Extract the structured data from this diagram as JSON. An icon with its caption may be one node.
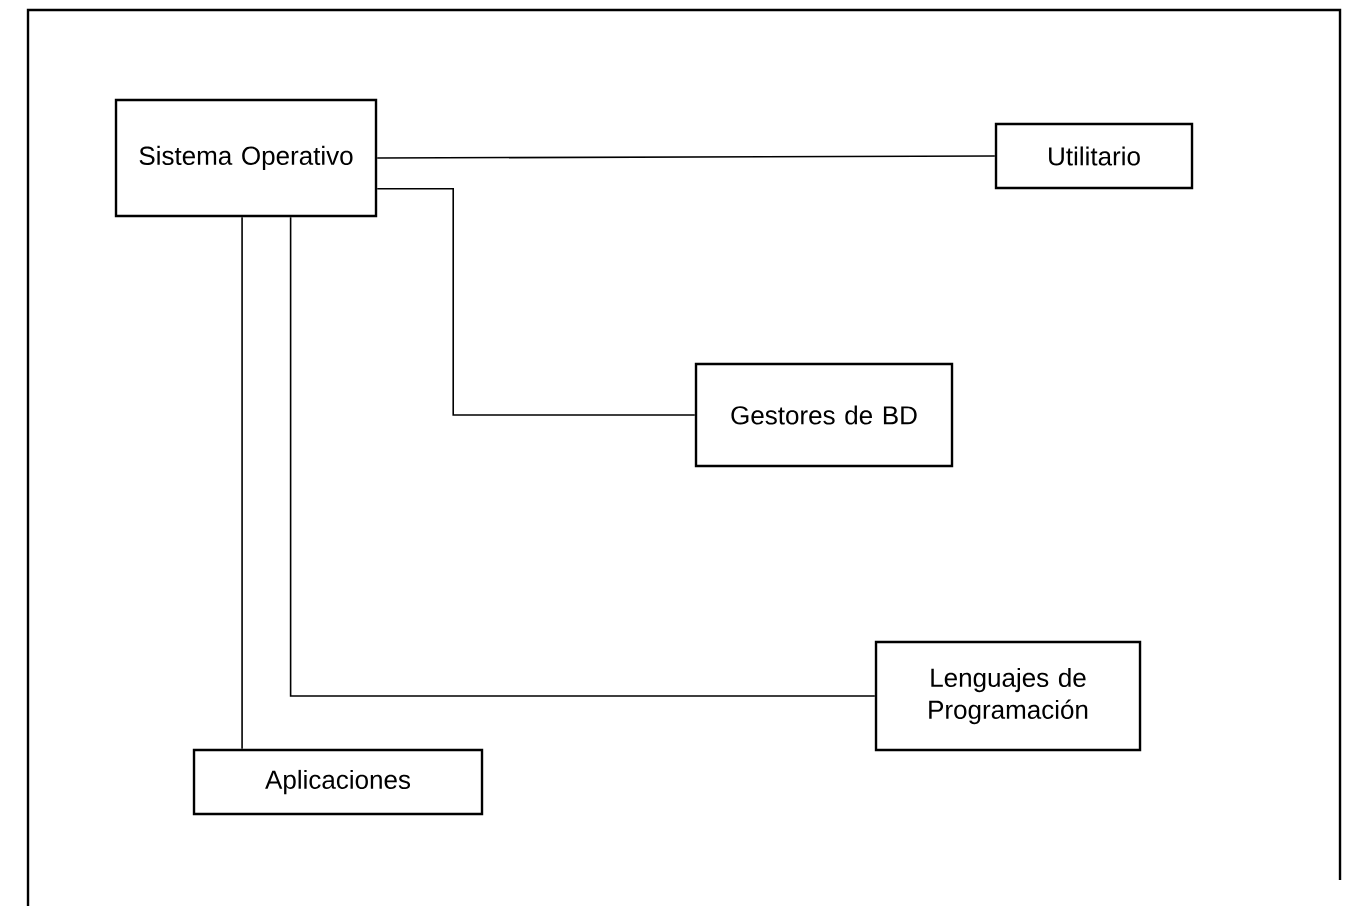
{
  "diagram": {
    "nodes": [
      {
        "text": [
          "Sistema Operativo"
        ]
      },
      {
        "text": [
          "Utilitario"
        ]
      },
      {
        "text": [
          "Gestores de BD"
        ]
      },
      {
        "text": [
          "Lenguajes de Programación"
        ]
      },
      {
        "text": [
          "Aplicaciones"
        ]
      }
    ],
    "edges": [
      {
        "from": 0,
        "to": 1,
        "arrow": "none"
      },
      {
        "from": 0,
        "to": 2,
        "arrow": "none"
      },
      {
        "from": 0,
        "to": 3,
        "arrow": "none"
      },
      {
        "from": 0,
        "to": 4,
        "arrow": "none"
      }
    ]
  }
}
